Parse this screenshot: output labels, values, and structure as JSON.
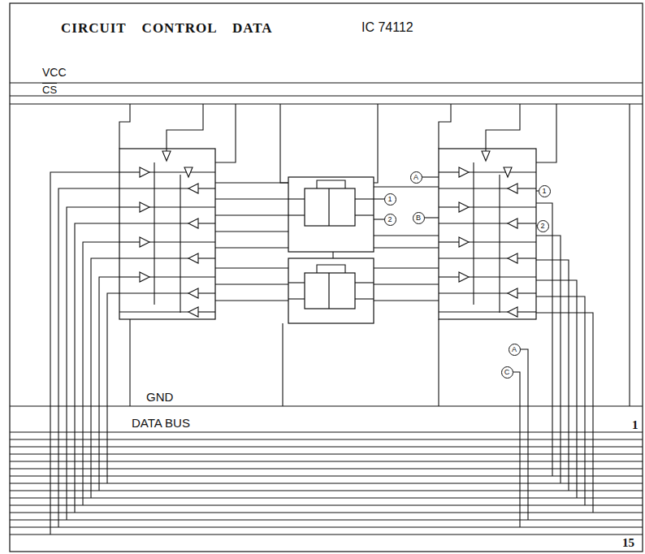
{
  "diagram": {
    "title": "CIRCUIT CONTROL DATA",
    "nodes": [
      {
        "text": [
          "1"
        ]
      },
      {
        "text": [
          "2"
        ]
      },
      {
        "text": [
          "A"
        ]
      },
      {
        "text": [
          "B"
        ]
      },
      {
        "text": [
          "1"
        ]
      },
      {
        "text": [
          "2"
        ]
      },
      {
        "text": [
          "A"
        ]
      },
      {
        "text": [
          "C"
        ]
      }
    ],
    "labels": [
      "IC 74112",
      "VCC",
      "CS",
      "GND",
      "DATA BUS",
      "1",
      "15"
    ]
  }
}
